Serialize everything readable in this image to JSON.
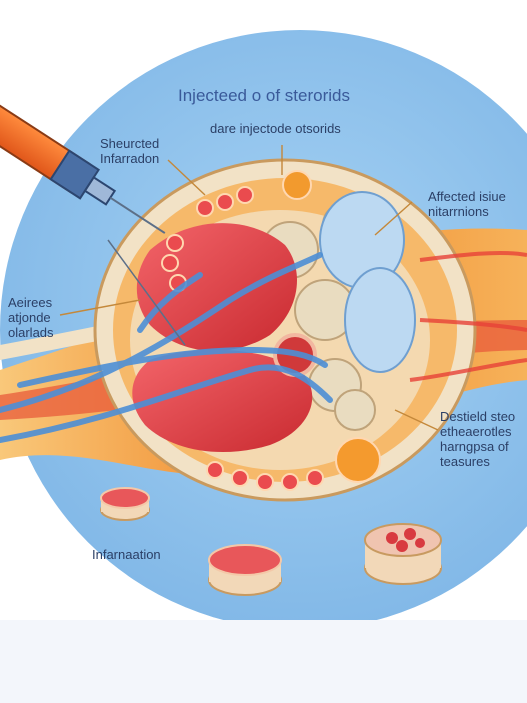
{
  "diagram": {
    "title": "Injecteed o of sterorids",
    "labels": {
      "top_center": "dare injectode otsorids",
      "top_left": [
        "Sheurcted",
        "Infarradon"
      ],
      "right_top": [
        "Affected isiue",
        "nitarrnions"
      ],
      "left_mid": [
        "Aeirees",
        "atjonde",
        "olarlads"
      ],
      "right_bottom": [
        "Destield steo",
        "etheaerotles",
        "harngpsa  of",
        "teasures"
      ],
      "bottom_left": "Infarnaation"
    },
    "colors": {
      "background_circle": "#8cc2ea",
      "muscle": "#e23a3c",
      "fat_orange": "#f08a2c",
      "tendon_blue": "#4d8fd6",
      "cartilage_blue": "#bcd9f2",
      "bone_cream": "#e9dcc0",
      "syringe_orange": "#f26a1f"
    },
    "icons": [
      "syringe-icon"
    ]
  }
}
